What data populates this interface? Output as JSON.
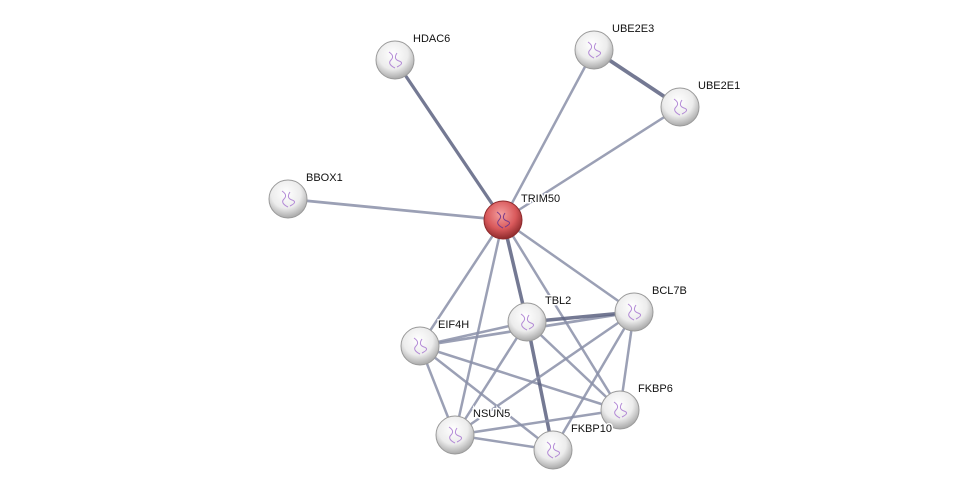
{
  "colors": {
    "query": "#d9595b",
    "node": "#e8e8e8",
    "edge": "#8a8fa8",
    "edge_strong": "#5c6180"
  },
  "nodes": [
    {
      "id": "TRIM50",
      "label": "TRIM50",
      "query": true
    },
    {
      "id": "HDAC6",
      "label": "HDAC6"
    },
    {
      "id": "UBE2E3",
      "label": "UBE2E3"
    },
    {
      "id": "UBE2E1",
      "label": "UBE2E1"
    },
    {
      "id": "BBOX1",
      "label": "BBOX1"
    },
    {
      "id": "BCL7B",
      "label": "BCL7B"
    },
    {
      "id": "TBL2",
      "label": "TBL2"
    },
    {
      "id": "EIF4H",
      "label": "EIF4H"
    },
    {
      "id": "FKBP6",
      "label": "FKBP6"
    },
    {
      "id": "NSUN5",
      "label": "NSUN5"
    },
    {
      "id": "FKBP10",
      "label": "FKBP10"
    }
  ],
  "edges": [
    {
      "a": "TRIM50",
      "b": "HDAC6",
      "strength": 0.7
    },
    {
      "a": "TRIM50",
      "b": "UBE2E3",
      "strength": 0.4
    },
    {
      "a": "UBE2E3",
      "b": "UBE2E1",
      "strength": 0.9
    },
    {
      "a": "TRIM50",
      "b": "UBE2E1",
      "strength": 0.4
    },
    {
      "a": "TRIM50",
      "b": "BBOX1",
      "strength": 0.5
    },
    {
      "a": "TRIM50",
      "b": "EIF4H",
      "strength": 0.4
    },
    {
      "a": "TRIM50",
      "b": "NSUN5",
      "strength": 0.4
    },
    {
      "a": "TRIM50",
      "b": "TBL2",
      "strength": 0.8
    },
    {
      "a": "TRIM50",
      "b": "FKBP6",
      "strength": 0.4
    },
    {
      "a": "TRIM50",
      "b": "BCL7B",
      "strength": 0.4
    },
    {
      "a": "EIF4H",
      "b": "TBL2",
      "strength": 0.4
    },
    {
      "a": "EIF4H",
      "b": "BCL7B",
      "strength": 0.5
    },
    {
      "a": "TBL2",
      "b": "BCL7B",
      "strength": 0.8
    },
    {
      "a": "EIF4H",
      "b": "NSUN5",
      "strength": 0.4
    },
    {
      "a": "EIF4H",
      "b": "FKBP10",
      "strength": 0.4
    },
    {
      "a": "EIF4H",
      "b": "FKBP6",
      "strength": 0.4
    },
    {
      "a": "TBL2",
      "b": "NSUN5",
      "strength": 0.4
    },
    {
      "a": "TBL2",
      "b": "FKBP10",
      "strength": 0.8
    },
    {
      "a": "TBL2",
      "b": "FKBP6",
      "strength": 0.4
    },
    {
      "a": "BCL7B",
      "b": "NSUN5",
      "strength": 0.4
    },
    {
      "a": "BCL7B",
      "b": "FKBP10",
      "strength": 0.4
    },
    {
      "a": "BCL7B",
      "b": "FKBP6",
      "strength": 0.4
    },
    {
      "a": "NSUN5",
      "b": "FKBP6",
      "strength": 0.4
    },
    {
      "a": "NSUN5",
      "b": "FKBP10",
      "strength": 0.4
    }
  ]
}
